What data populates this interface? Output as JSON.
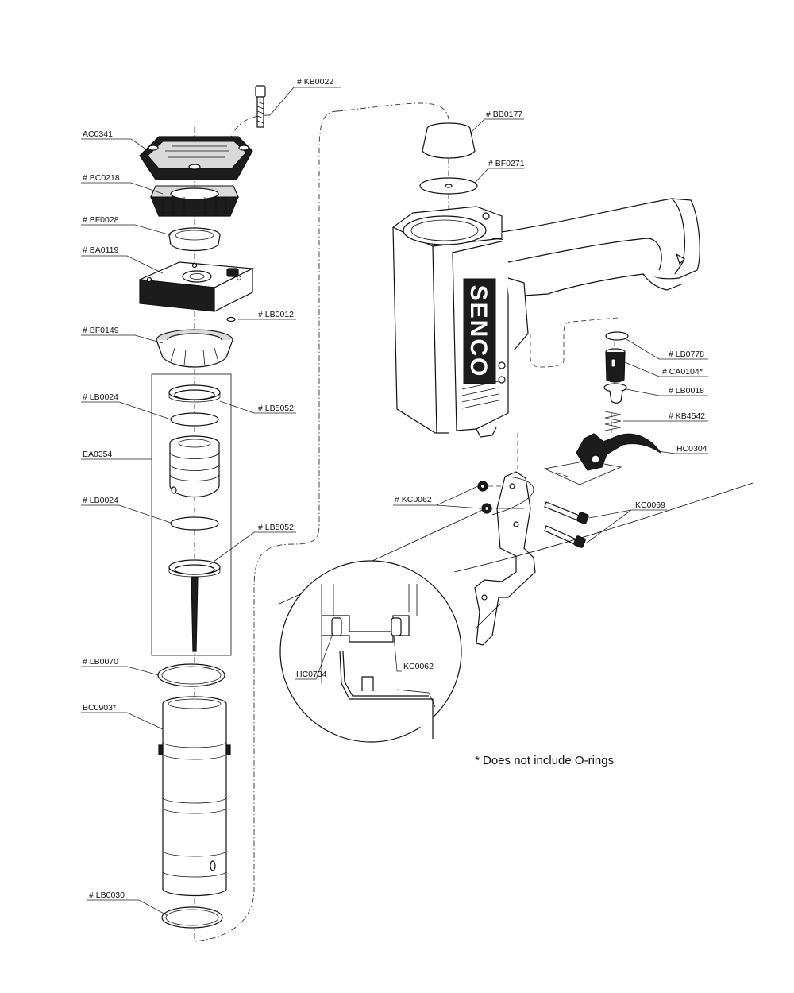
{
  "labels": {
    "kb0022": "# KB0022",
    "ac0341": "AC0341",
    "bc0218": "# BC0218",
    "bf0028": "# BF0028",
    "ba0119": "# BA0119",
    "lb0012": "# LB0012",
    "bf0149": "# BF0149",
    "lb0024_top": "# LB0024",
    "lb5052_top": "# LB5052",
    "ea0354": "EA0354",
    "lb0024_bottom": "# LB0024",
    "lb5052_bottom": "# LB5052",
    "lb0070": "# LB0070",
    "bc0903": "BC0903*",
    "lb0030": "# LB0030",
    "bb0177": "# BB0177",
    "bf0271": "# BF0271",
    "lb0778": "# LB0778",
    "ca0104": "# CA0104*",
    "lb0018": "# LB0018",
    "kb4542": "# KB4542",
    "hc0304": "HC0304",
    "kc0062": "# KC0062",
    "kc0069": "KC0069",
    "hc0734": "HC0734",
    "kc0062_detail": "KC0062"
  },
  "note": "* Does not include O-rings",
  "brand": "SENCO",
  "colors": {
    "ink": "#111111",
    "fill_dark": "#1c1c1c",
    "fill_grey": "#d9d9d9"
  }
}
